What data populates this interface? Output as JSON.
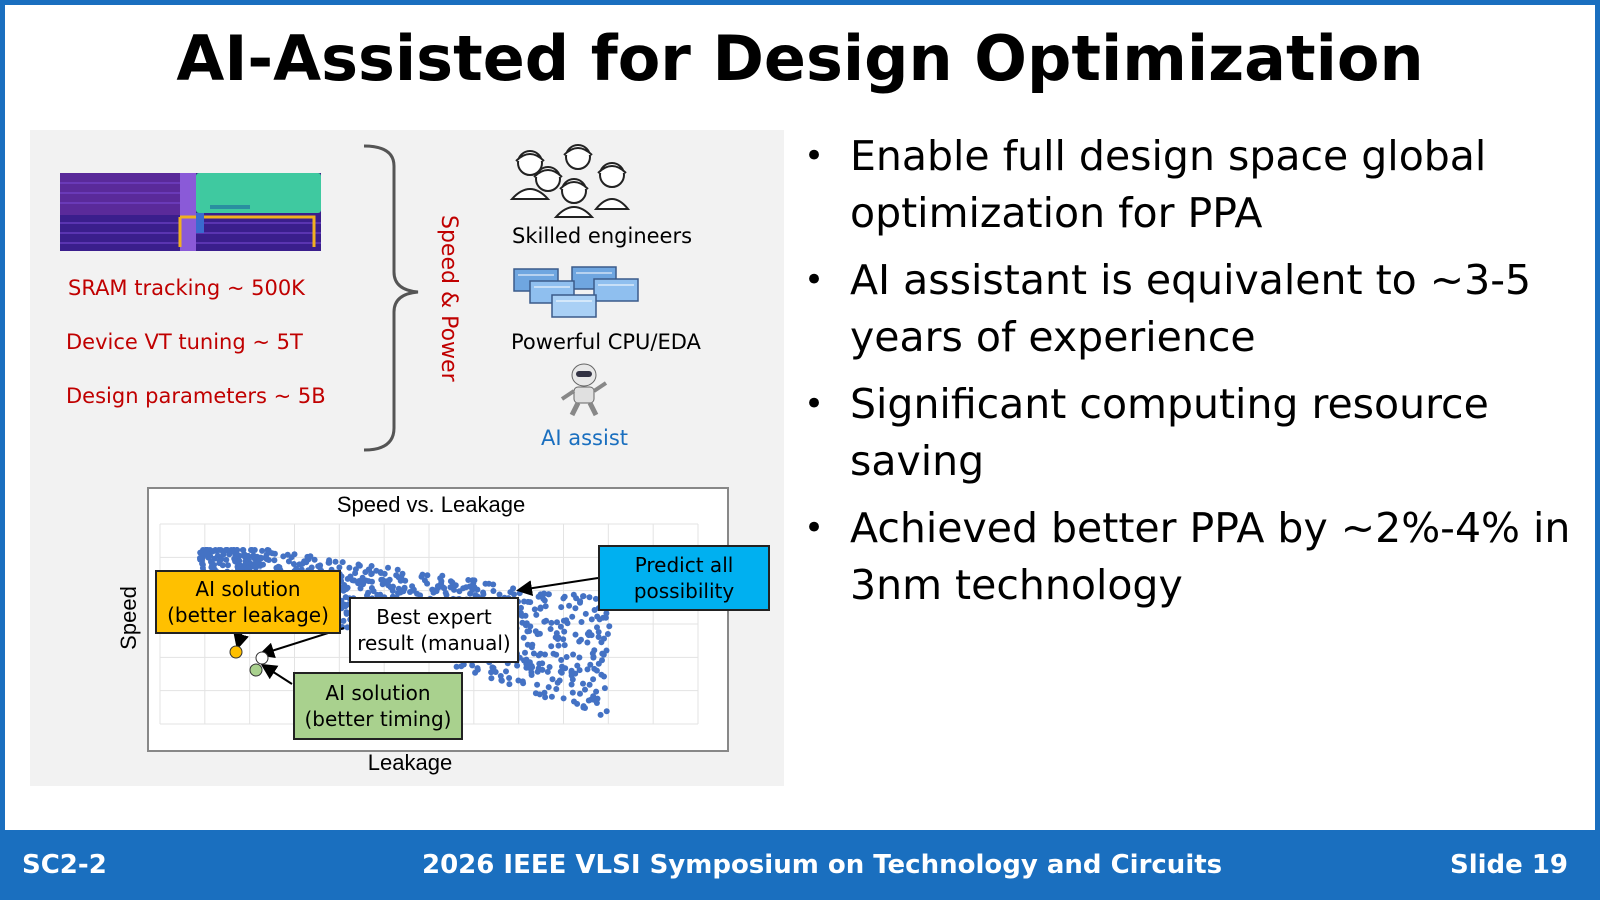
{
  "title": "AI-Assisted for Design Optimization",
  "left_panel": {
    "sram_labels": [
      "SRAM tracking ~ 500K",
      "Device VT tuning ~ 5T",
      "Design parameters ~ 5B"
    ],
    "brace_label": "Speed & Power",
    "resources": [
      {
        "label": "Skilled engineers",
        "icon": "engineers-icon"
      },
      {
        "label": "Powerful CPU/EDA",
        "icon": "servers-icon"
      },
      {
        "label": "AI assist",
        "icon": "robot-icon"
      }
    ]
  },
  "chart_data": {
    "type": "scatter",
    "title": "Speed vs. Leakage",
    "xlabel": "Leakage",
    "ylabel": "Speed",
    "grid": true,
    "series": [],
    "annotations": [
      {
        "label": "AI solution\n(better leakage)",
        "text_lines": [
          "AI solution",
          "(better leakage)"
        ],
        "color": "#ffc000"
      },
      {
        "label": "Best expert result (manual)",
        "text_lines": [
          "Best expert",
          "result (manual)"
        ],
        "color": "#ffffff"
      },
      {
        "label": "Predict all possibility",
        "text_lines": [
          "Predict all",
          "possibility"
        ],
        "color": "#00b0f0"
      },
      {
        "label": "AI solution (better timing)",
        "text_lines": [
          "AI solution",
          "(better timing)"
        ],
        "color": "#a9d18e"
      }
    ],
    "point_color": "#4472c4"
  },
  "bullets": [
    "Enable full design space global optimization for PPA",
    "AI assistant is equivalent to ~3-5 years of experience",
    "Significant computing resource saving",
    "Achieved better PPA  by ~2%-4% in 3nm technology"
  ],
  "footer": {
    "left": "SC2-2",
    "center": "2026 IEEE VLSI Symposium on Technology and Circuits",
    "right": "Slide 19"
  },
  "colors": {
    "accent": "#1a6fbf",
    "red_text": "#c00000",
    "panel_bg": "#f2f2f2"
  }
}
